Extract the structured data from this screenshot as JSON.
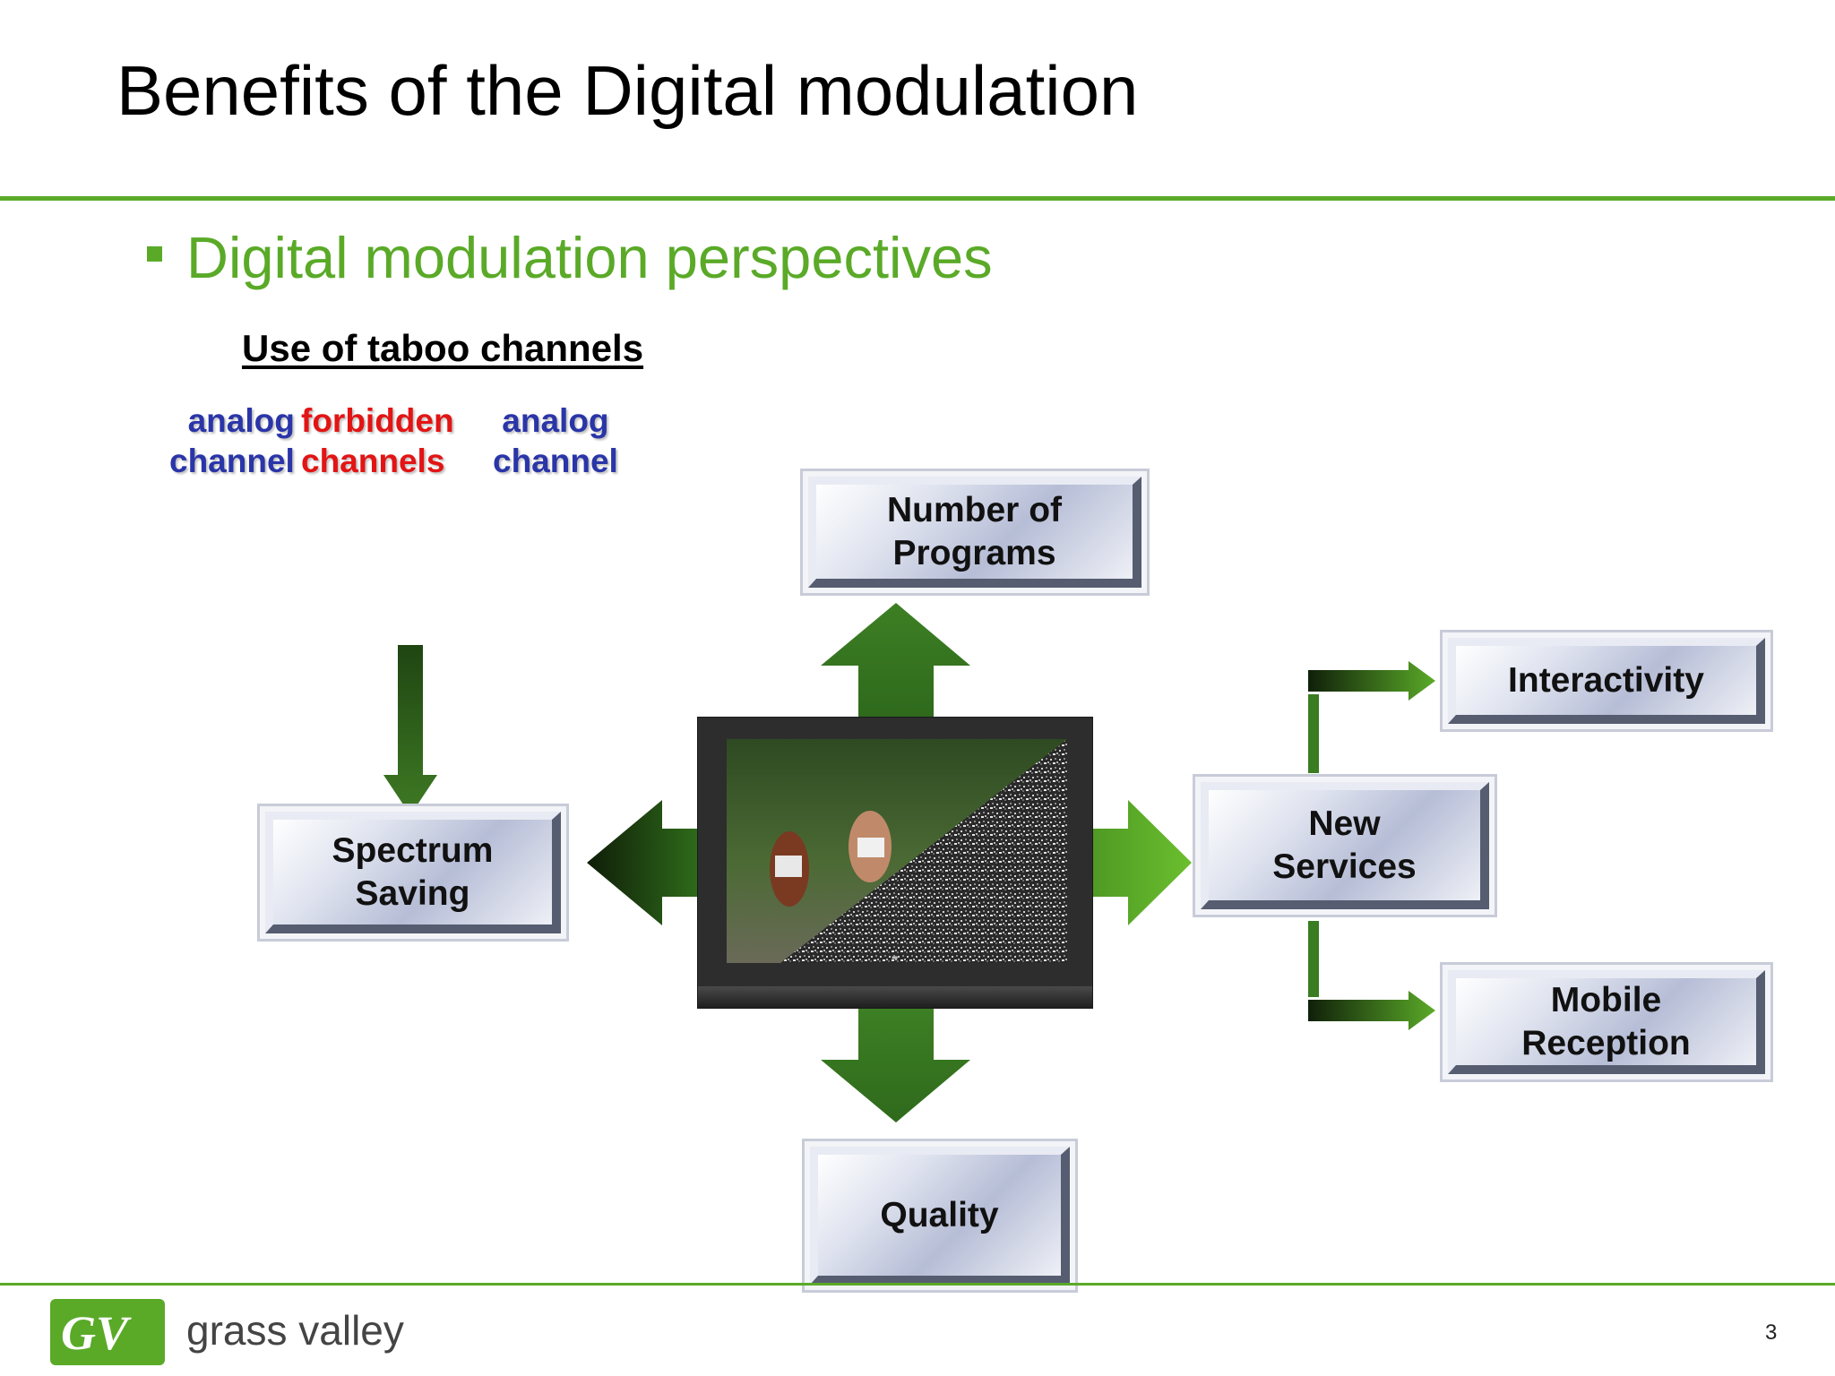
{
  "slide": {
    "title": "Benefits of the Digital modulation",
    "bullet": "Digital modulation perspectives",
    "subheading": "Use of taboo channels"
  },
  "channels": {
    "left_analog": {
      "line1": "analog",
      "line2": "channel"
    },
    "forbidden": {
      "line1": "forbidden",
      "line2": "channels"
    },
    "right_analog": {
      "line1": "analog",
      "line2": "channel"
    }
  },
  "boxes": {
    "number_of_programs": {
      "line1": "Number of",
      "line2": "Programs"
    },
    "spectrum_saving": {
      "line1": "Spectrum",
      "line2": "Saving"
    },
    "new_services": {
      "line1": "New",
      "line2": "Services"
    },
    "interactivity": {
      "line1": "Interactivity"
    },
    "mobile_reception": {
      "line1": "Mobile",
      "line2": "Reception"
    },
    "quality": {
      "line1": "Quality"
    }
  },
  "footer": {
    "brand": "grass valley",
    "logo_mark": "GV",
    "page_number": "3"
  },
  "colors": {
    "accent_green": "#5aaa28",
    "arrow_dark": "#1c3a10",
    "analog_blue": "#2a35a8",
    "forbidden_red": "#e31414"
  },
  "icons": {
    "tv": "television-icon",
    "logo": "grass-valley-logo"
  }
}
